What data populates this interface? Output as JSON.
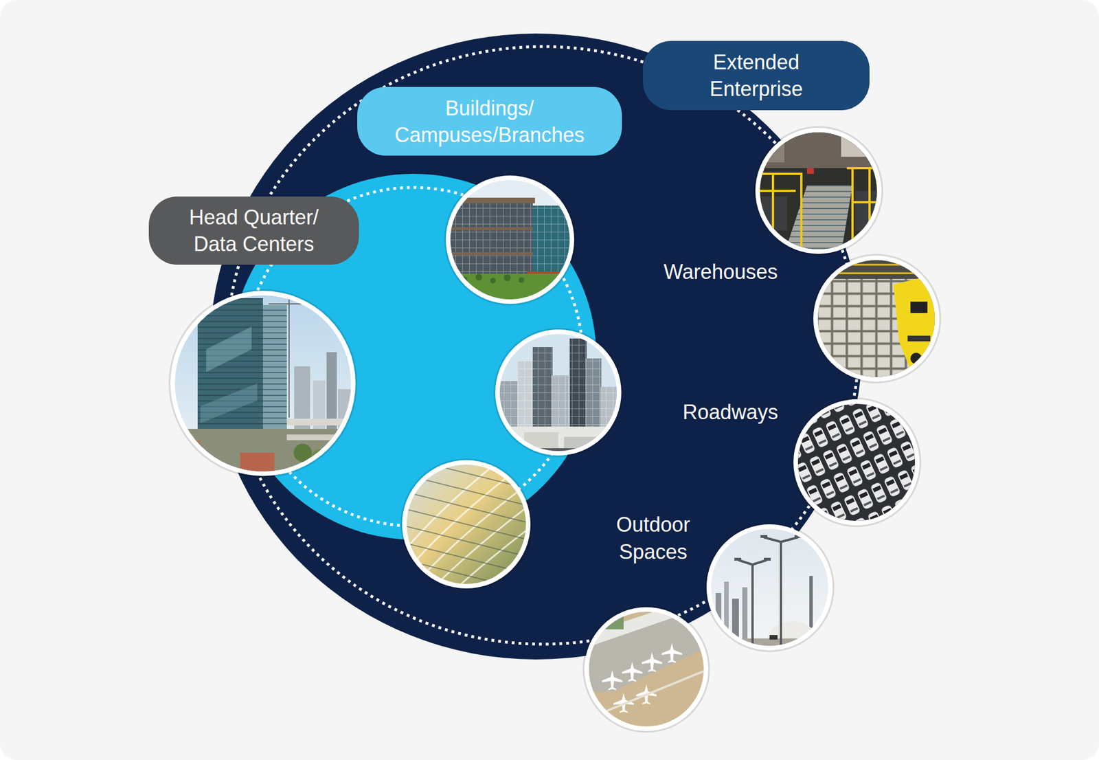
{
  "diagram": {
    "nodes": [
      {
        "text": [
          "Head Quarter/ Data Centers"
        ]
      },
      {
        "text": [
          "Buildings/ Campuses/Branches"
        ]
      },
      {
        "text": [
          "Extended Enterprise"
        ]
      }
    ],
    "labels": [
      "Warehouses",
      "Roadways",
      "Outdoor Spaces"
    ]
  }
}
